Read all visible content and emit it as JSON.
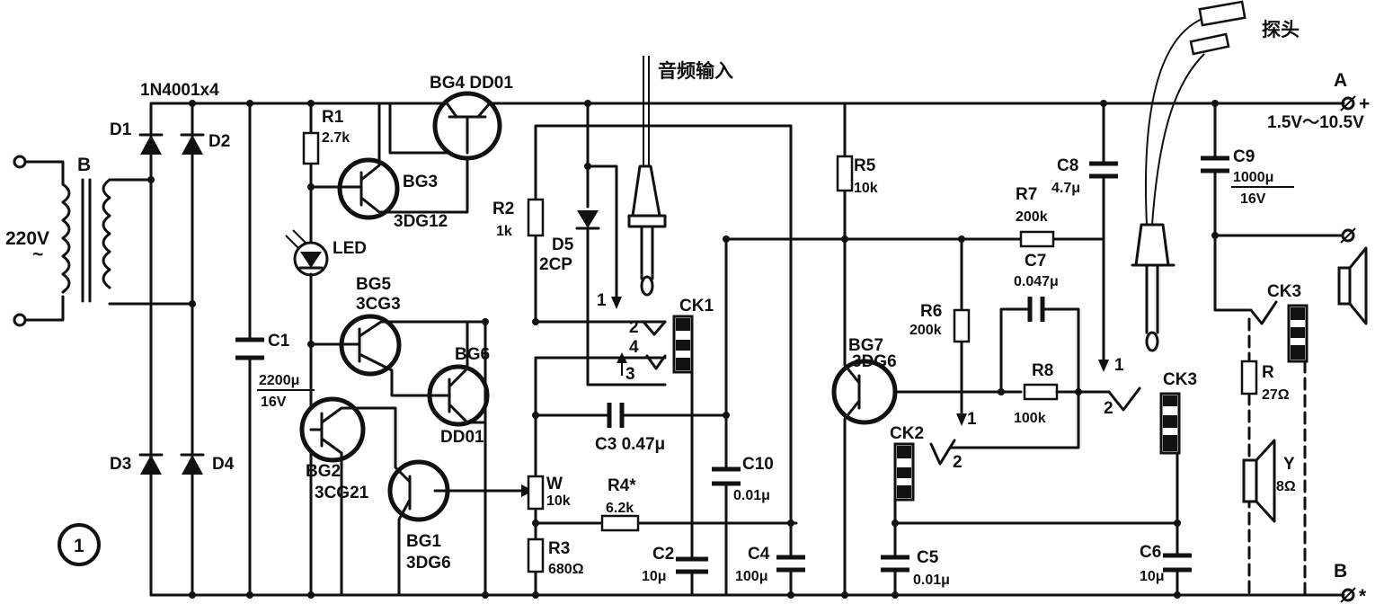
{
  "figure_number": "1",
  "labels": {
    "transformer": "B",
    "mains": "220V",
    "mains_tilde": "~",
    "diodes": "1N4001x4",
    "d1": "D1",
    "d2": "D2",
    "d3": "D3",
    "d4": "D4",
    "c1": "C1",
    "c1_val": "2200μ",
    "c1_v": "16V",
    "r1": "R1",
    "r1_val": "2.7k",
    "led": "LED",
    "bg3": "BG3",
    "bg3_type": "3DG12",
    "bg4": "BG4 DD01",
    "bg5": "BG5",
    "bg5_type": "3CG3",
    "bg6": "BG6",
    "bg6_type": "DD01",
    "bg2": "BG2",
    "bg2_type": "3CG21",
    "bg1": "BG1",
    "bg1_type": "3DG6",
    "r2": "R2",
    "r2_val": "1k",
    "d5": "D5",
    "d5_type": "2CP",
    "audio_in": "音频输入",
    "ck1": "CK1",
    "pin1": "1",
    "pin2": "2",
    "pin3": "3",
    "pin4": "4",
    "c3": "C3 0.47μ",
    "w": "W",
    "w_val": "10k",
    "r4": "R4*",
    "r4_val": "6.2k",
    "r3": "R3",
    "r3_val": "680Ω",
    "c2": "C2",
    "c2_val": "10μ",
    "c10": "C10",
    "c10_val": "0.01μ",
    "c4": "C4",
    "c4_val": "100μ",
    "r5": "R5",
    "r5_val": "10k",
    "r7": "R7",
    "r7_val": "200k",
    "c8": "C8",
    "c8_val": "4.7μ",
    "r6": "R6",
    "r6_val": "200k",
    "c7": "C7",
    "c7_val": "0.047μ",
    "bg7": "BG7",
    "bg7_type": "3DG6",
    "r8": "R8",
    "r8_val": "100k",
    "ck2": "CK2",
    "ck3": "CK3",
    "c5": "C5",
    "c5_val": "0.01μ",
    "c6": "C6",
    "c6_val": "10μ",
    "c9": "C9",
    "c9_val": "1000μ",
    "c9_v": "16V",
    "r": "R",
    "r_val": "27Ω",
    "y": "Y",
    "y_val": "8Ω",
    "probe": "探头",
    "term_a": "A",
    "voltage": "1.5V～10.5V",
    "term_b": "B",
    "plus": "+",
    "star": "*"
  }
}
